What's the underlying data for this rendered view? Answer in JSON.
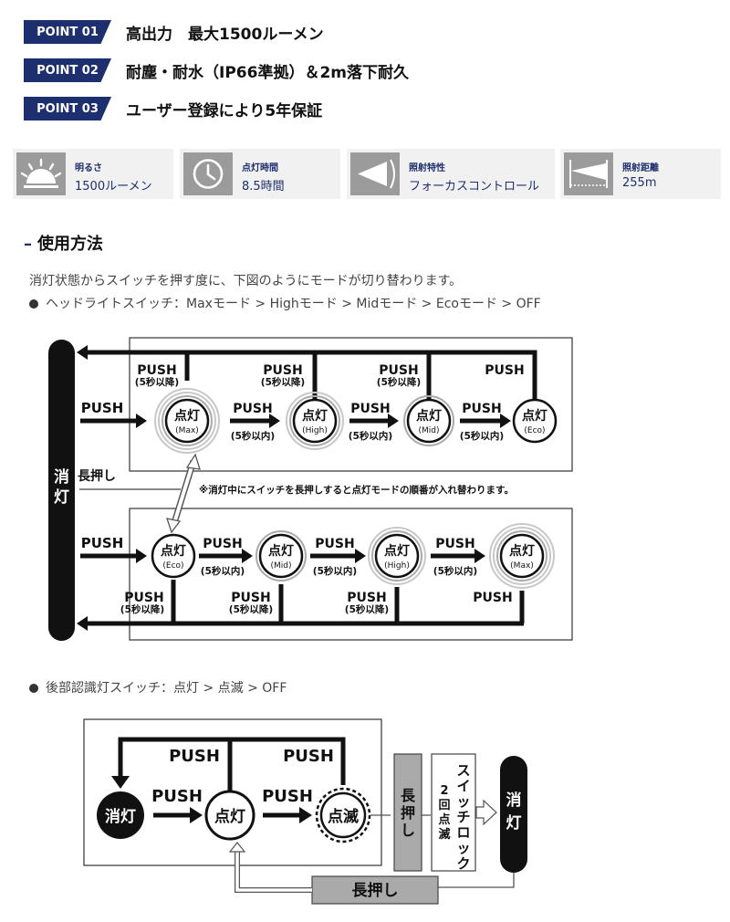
{
  "points": [
    {
      "tag": "POINT 01",
      "text": "高出力　最大1500ルーメン"
    },
    {
      "tag": "POINT 02",
      "text": "耐塵・耐水（IP66準拠）＆2m落下耐久"
    },
    {
      "tag": "POINT 03",
      "text": "ユーザー登録により5年保証"
    }
  ],
  "specs": [
    {
      "label": "明るさ",
      "value": "1500ルーメン",
      "icon": "brightness-icon"
    },
    {
      "label": "点灯時間",
      "value": "8.5時間",
      "icon": "clock-icon"
    },
    {
      "label": "照射特性",
      "value": "フォーカスコントロール",
      "icon": "beam-icon"
    },
    {
      "label": "照射距離",
      "value": "255m",
      "icon": "distance-icon"
    }
  ],
  "usage": {
    "dash": "–",
    "title": "使用方法",
    "intro": "消灯状態からスイッチを押す度に、下図のようにモードが切り替わります。",
    "headlight_switch": "ヘッドライトスイッチ：Maxモード > Highモード > Midモード > Ecoモード > OFF",
    "rear_switch": "後部認識灯スイッチ：点灯 > 点滅 > OFF"
  },
  "diagram1": {
    "off_label_1": "消",
    "off_label_2": "灯",
    "push": "PUSH",
    "within5": "(5秒以内)",
    "after5": "(5秒以降)",
    "long_press": "長押し",
    "note": "※消灯中にスイッチを長押しすると点灯モードの順番が入れ替わります。",
    "on": "点灯",
    "top_modes": [
      "(Max)",
      "(High)",
      "(Mid)",
      "(Eco)"
    ],
    "bottom_modes": [
      "(Eco)",
      "(Mid)",
      "(High)",
      "(Max)"
    ]
  },
  "diagram2": {
    "push": "PUSH",
    "off": "消灯",
    "on": "点灯",
    "blink": "点滅",
    "long_press_v1": "長",
    "long_press_v2": "押",
    "long_press_v3": "し",
    "long_press": "長押し",
    "lock_1": "ス",
    "lock_2": "イ",
    "lock_3": "ッ",
    "lock_4": "チ",
    "lock_5": "ロ",
    "lock_6": "ッ",
    "lock_7": "ク",
    "twice_1": "2",
    "twice_2": "回",
    "twice_3": "点",
    "twice_4": "滅",
    "off_v1": "消",
    "off_v2": "灯"
  }
}
